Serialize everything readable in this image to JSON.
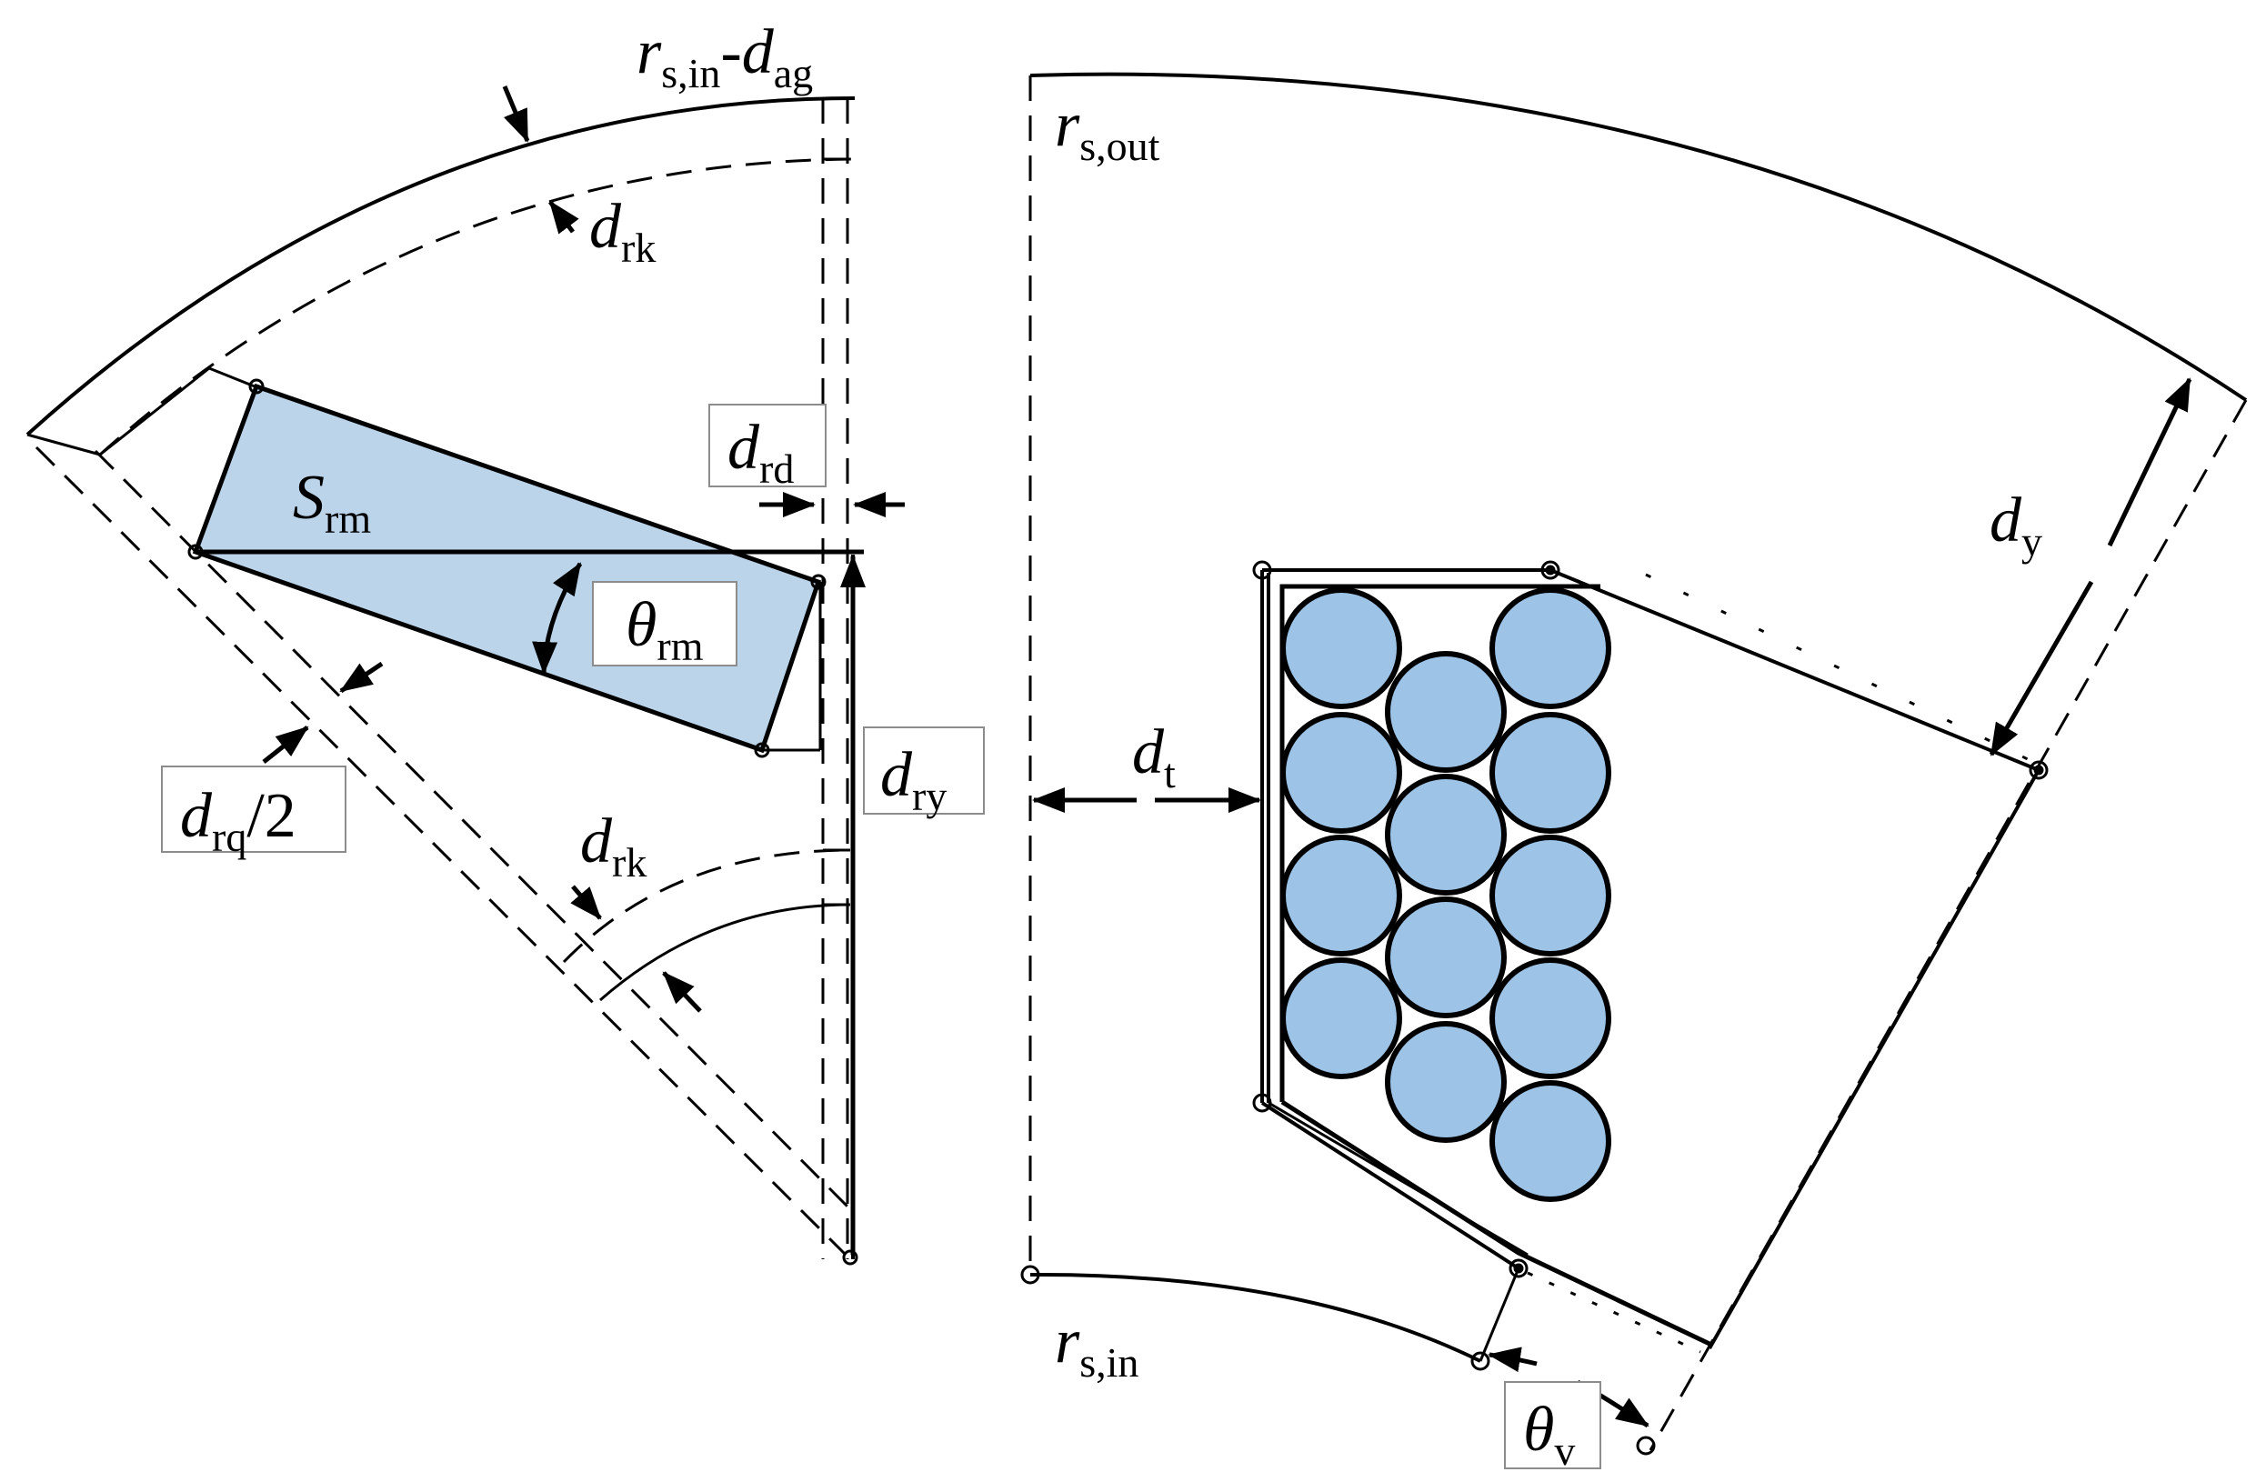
{
  "colors": {
    "magnet_fill": "#bcd4ea",
    "conductor_fill": "#9dc3e6",
    "stroke": "#000000",
    "label_box_border": "#8c8c8c"
  },
  "labels": {
    "r_s_in_minus_d_ag": {
      "main": "r",
      "sub1": "s,in",
      "dash": "-",
      "main2": "d",
      "sub2": "ag"
    },
    "d_rk_top": {
      "main": "d",
      "sub": "rk"
    },
    "d_rd": {
      "main": "d",
      "sub": "rd"
    },
    "S_rm": {
      "main": "S",
      "sub": "rm"
    },
    "theta_rm": {
      "main": "θ",
      "sub": "rm"
    },
    "d_rq_half": {
      "main": "d",
      "sub": "rq",
      "suffix": "/2"
    },
    "d_ry": {
      "main": "d",
      "sub": "ry"
    },
    "d_rk_bottom": {
      "main": "d",
      "sub": "rk"
    },
    "r_s_out": {
      "main": "r",
      "sub": "s,out"
    },
    "d_y": {
      "main": "d",
      "sub": "y"
    },
    "d_t": {
      "main": "d",
      "sub": "t"
    },
    "r_s_in": {
      "main": "r",
      "sub": "s,in"
    },
    "theta_v": {
      "main": "θ",
      "sub": "v"
    }
  }
}
